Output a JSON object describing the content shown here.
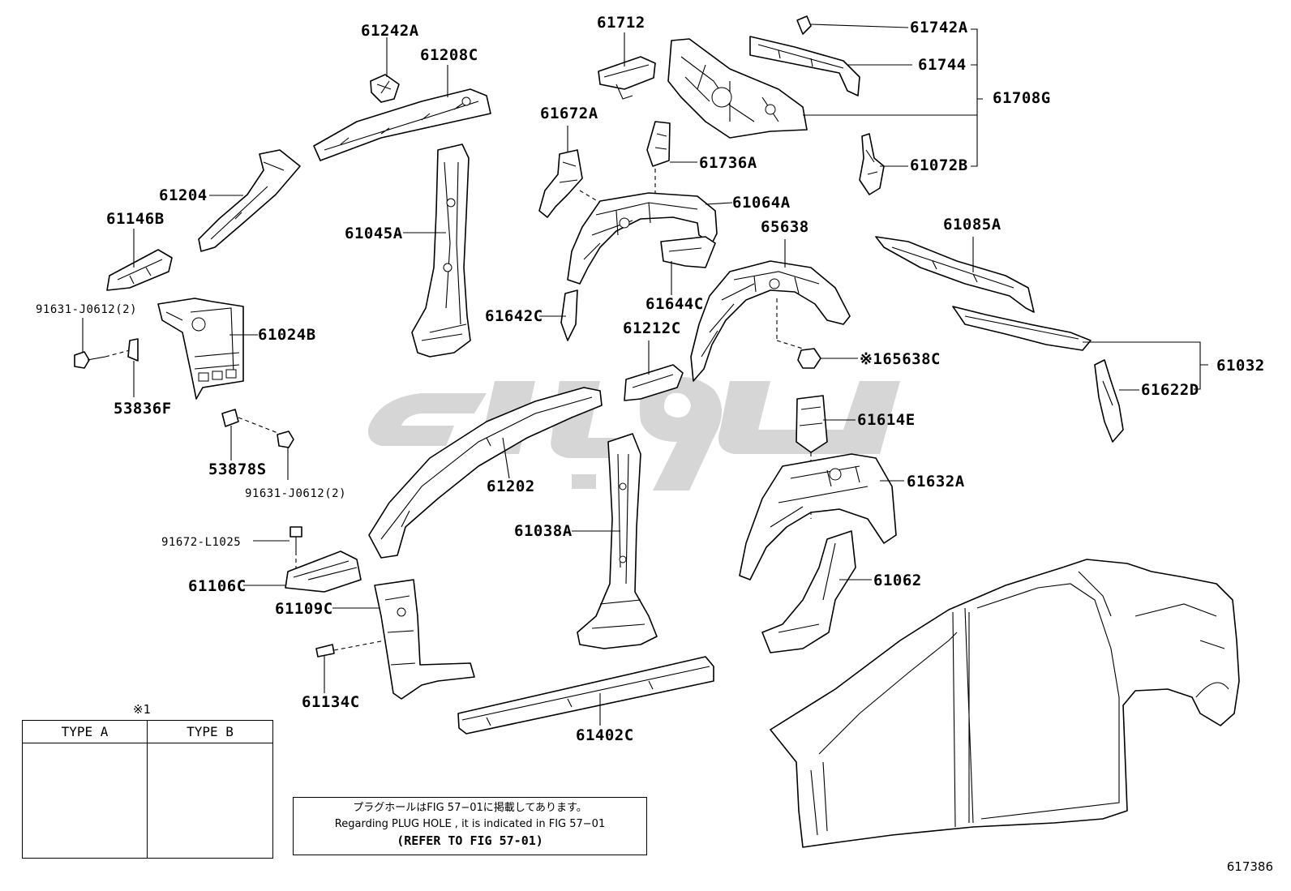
{
  "labels": {
    "p61242A": "61242A",
    "p61208C": "61208C",
    "p61712": "61712",
    "p61742A": "61742A",
    "p61744": "61744",
    "p61708G": "61708G",
    "p61672A": "61672A",
    "p61736A": "61736A",
    "p61072B": "61072B",
    "p61204": "61204",
    "p61146B": "61146B",
    "p61045A": "61045A",
    "p61064A": "61064A",
    "p65638": "65638",
    "p61085A": "61085A",
    "p91631a": "91631-J0612(2)",
    "p61024B": "61024B",
    "p61642C": "61642C",
    "p61644C": "61644C",
    "p61212C": "61212C",
    "p65638C": "※165638C",
    "p61032": "61032",
    "p61622D": "61622D",
    "p53836F": "53836F",
    "p61614E": "61614E",
    "p53878S": "53878S",
    "p91631b": "91631-J0612(2)",
    "p61202": "61202",
    "p61632A": "61632A",
    "p61038A": "61038A",
    "p91672": "91672-L1025",
    "p61106C": "61106C",
    "p61062": "61062",
    "p61109C": "61109C",
    "p61134C": "61134C",
    "p61402C": "61402C"
  },
  "legend": {
    "mark": "※1",
    "type_a": "TYPE A",
    "type_b": "TYPE B"
  },
  "note": {
    "line1": "プラグホールはFIG 57−01に掲載してあります。",
    "line2": "Regarding  PLUG HOLE , it is indicated in FIG  57−01",
    "line3": "(REFER TO FIG 57-01)"
  },
  "figure_number": "617386",
  "watermark_color": "#c8c8c8"
}
